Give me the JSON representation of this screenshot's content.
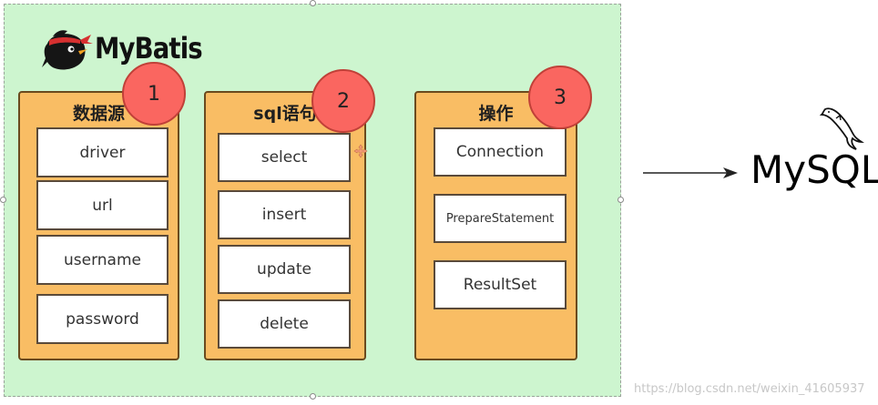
{
  "logo": {
    "text": "MyBatis",
    "icon": "bird-logo-icon"
  },
  "panels": [
    {
      "title": "数据源",
      "badge": "1",
      "items": [
        "driver",
        "url",
        "username",
        "password"
      ]
    },
    {
      "title": "sql语句",
      "badge": "2",
      "items": [
        "select",
        "insert",
        "update",
        "delete"
      ]
    },
    {
      "title": "操作",
      "badge": "3",
      "items": [
        "Connection",
        "PrepareStatement",
        "ResultSet"
      ]
    }
  ],
  "target": {
    "text": "MySQL",
    "icon": "dolphin-icon"
  },
  "watermark": "https://blog.csdn.net/weixin_41605937",
  "colors": {
    "canvas": "#cdf5cf",
    "panel": "#f9bd64",
    "badge": "#fa6660",
    "item": "#ffffff"
  }
}
